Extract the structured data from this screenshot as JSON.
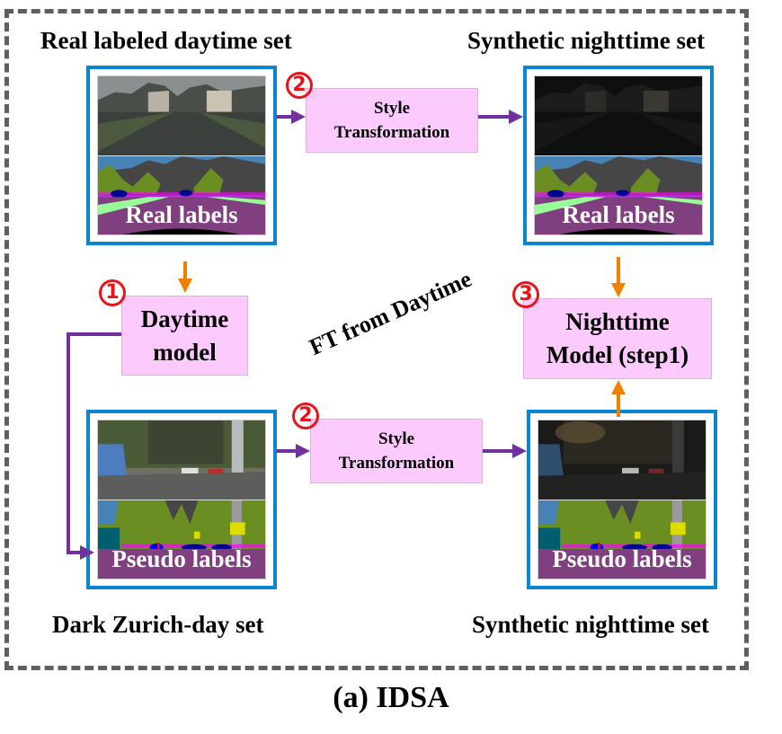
{
  "figure": {
    "caption": "(a) IDSA",
    "colors": {
      "frame_border": "#5f5f5f",
      "image_box_border": "#0a86d0",
      "process_box_fill": "#fccafc",
      "purple_arrow": "#7030a0",
      "orange_arrow": "#f08000",
      "step_marker": "#e8141c"
    }
  },
  "sets": {
    "real_daytime": {
      "title": "Real labeled daytime set",
      "label": "Real labels",
      "photo": "daytime street scene (Cityscapes)"
    },
    "synthetic_night_top": {
      "title": "Synthetic nighttime set",
      "label": "Real labels",
      "photo": "darkened street scene"
    },
    "dark_zurich_day": {
      "title": "Dark Zurich-day set",
      "label": "Pseudo labels",
      "photo": "daytime Zurich street with bus"
    },
    "synthetic_night_bottom": {
      "title": "Synthetic nighttime set",
      "label": "Pseudo labels",
      "photo": "night-styled Zurich street"
    }
  },
  "process": {
    "style_top": {
      "line1": "Style",
      "line2": "Transformation",
      "step": "2"
    },
    "style_bottom": {
      "line1": "Style",
      "line2": "Transformation",
      "step": "2"
    },
    "daytime_model": {
      "line1": "Daytime",
      "line2": "model",
      "step": "1"
    },
    "nighttime_model": {
      "line1": "Nighttime",
      "line2": "Model (step1)",
      "step": "3"
    }
  },
  "annotations": {
    "ft_from_daytime": "FT from Daytime"
  }
}
